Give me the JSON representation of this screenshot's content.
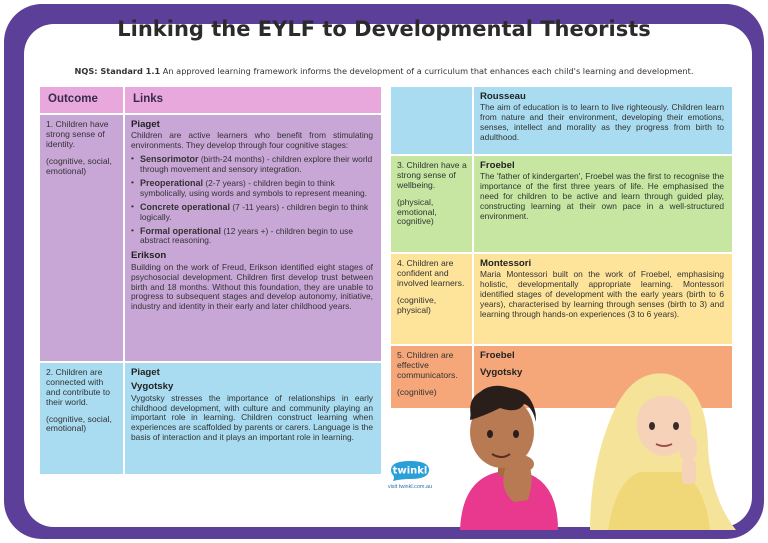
{
  "title": "Linking the EYLF to Developmental Theorists",
  "subtitle": {
    "lead": "NQS: Standard 1.1",
    "text": " An approved learning framework informs the development of a curriculum that enhances each child's learning and development."
  },
  "headers": {
    "outcome": "Outcome",
    "links": "Links"
  },
  "rows": [
    {
      "outcome": "1. Children have strong sense of identity.",
      "domains": "(cognitive, social, emotional)",
      "theorist1": "Piaget",
      "piaget_text": "Children are active learners who benefit from stimulating environments. They develop through four cognitive stages:",
      "stages": [
        {
          "name": "Sensorimotor",
          "desc": " (birth-24 months) - children explore their world through movement and sensory integration."
        },
        {
          "name": "Preoperational",
          "desc": " (2-7 years) - children begin to think symbolically, using words and symbols to represent meaning."
        },
        {
          "name": "Concrete operational",
          "desc": " (7 -11 years) - children begin to think logically."
        },
        {
          "name": "Formal operational",
          "desc": " (12 years +) - children begin to use abstract reasoning."
        }
      ],
      "theorist2": "Erikson",
      "erikson_text": "Building on the work of Freud, Erikson identified eight stages of psychosocial development. Children first develop trust between birth and 18 months. Without this foundation, they are unable to progress to subsequent stages and develop autonomy, initiative, industry and identity in their early and later childhood years."
    },
    {
      "outcome": "2. Children are connected with and contribute to their world.",
      "domains": "(cognitive, social, emotional)",
      "theorist1": "Piaget",
      "theorist2": "Vygotsky",
      "vygotsky_text": "Vygotsky stresses the importance of relationships in early childhood development, with culture and community playing an important role in learning. Children construct learning when experiences are scaffolded by parents or carers. Language is the basis of interaction and it plays an important role in learning."
    }
  ],
  "right": [
    {
      "theorist": "Rousseau",
      "text": "The aim of education is to learn to live righteously. Children learn from nature and their environment, developing their emotions, senses, intellect and morality as they progress from birth to adulthood."
    },
    {
      "outcome": "3. Children have a strong sense of wellbeing.",
      "domains": "(physical, emotional, cognitive)",
      "theorist": "Froebel",
      "text": "The 'father of kindergarten', Froebel was the first to recognise the importance of the first three years of life. He emphasised the need for children to be active and learn through guided play, constructing learning at their own pace in a well-structured environment."
    },
    {
      "outcome": "4. Children are confident and involved learners.",
      "domains": "(cognitive, physical)",
      "theorist": "Montessori",
      "text": "Maria Montessori built on the work of Froebel, emphasising holistic, developmentally appropriate learning. Montessori identified stages of development with the early years (birth to 6 years), characterised by learning through senses (birth to 3) and learning through hands-on experiences (3 to 6 years)."
    },
    {
      "outcome": "5. Children are effective communicators.",
      "domains": "(cognitive)",
      "theorist1": "Froebel",
      "theorist2": "Vygotsky"
    }
  ],
  "logo": {
    "text": "twinkl",
    "url_text": "visit twinkl.com.au"
  },
  "colors": {
    "frame": "#5b3f99",
    "purple": "#c8a6d6",
    "pink_header": "#e8a8dc",
    "blue": "#a9dcf0",
    "green": "#c6e6a2",
    "yellow": "#fde49a",
    "orange": "#f6a77a"
  }
}
